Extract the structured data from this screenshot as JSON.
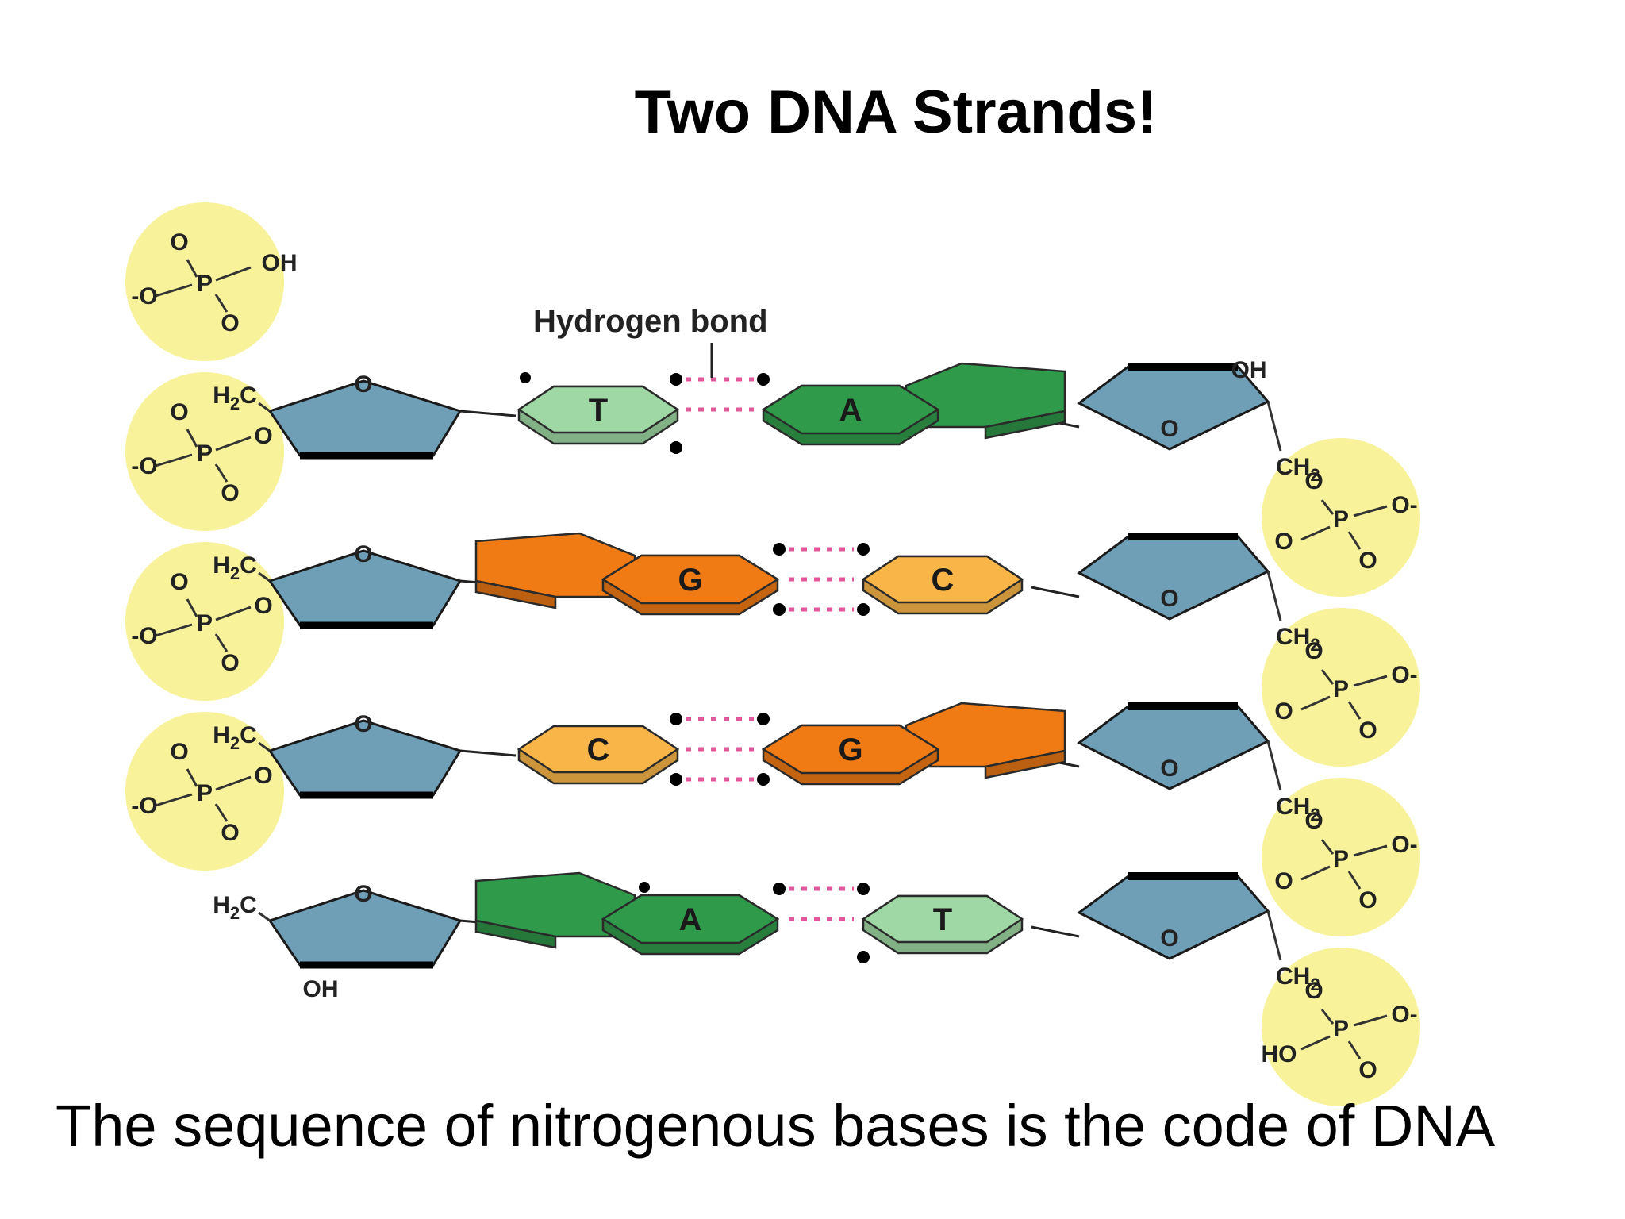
{
  "title": "Two DNA Strands!",
  "caption": "The sequence of nitrogenous bases is the code of DNA",
  "hydrogen_bond_label": "Hydrogen bond",
  "left_strand": {
    "phosphate": {
      "oxygen": "O",
      "phosphorus": "P",
      "neg_oxygen": "-O",
      "top_group": "OH"
    },
    "sugar_carbon": "H",
    "sugar_carbon_sub": "2",
    "sugar_carbon_tail": "C",
    "ring_oxygen": "O",
    "terminal_group": "OH"
  },
  "right_strand": {
    "phosphate": {
      "oxygen": "O",
      "phosphorus": "P",
      "neg_oxygen": "O-",
      "bottom_group": "HO"
    },
    "sugar_carbon": "CH",
    "sugar_carbon_sub": "2",
    "ring_oxygen": "O",
    "terminal_group": "OH"
  },
  "base_pairs": [
    {
      "left": "T",
      "right": "A",
      "hydrogen_bonds": 2
    },
    {
      "left": "G",
      "right": "C",
      "hydrogen_bonds": 3
    },
    {
      "left": "C",
      "right": "G",
      "hydrogen_bonds": 3
    },
    {
      "left": "A",
      "right": "T",
      "hydrogen_bonds": 2
    }
  ],
  "colors": {
    "phosphate_glow": "#f7f08a",
    "sugar": "#6f9fb6",
    "A": "#2f9a4a",
    "T": "#9fd8a4",
    "G": "#f07a14",
    "C": "#f9b548",
    "hydrogen_bond": "#e0579a"
  }
}
